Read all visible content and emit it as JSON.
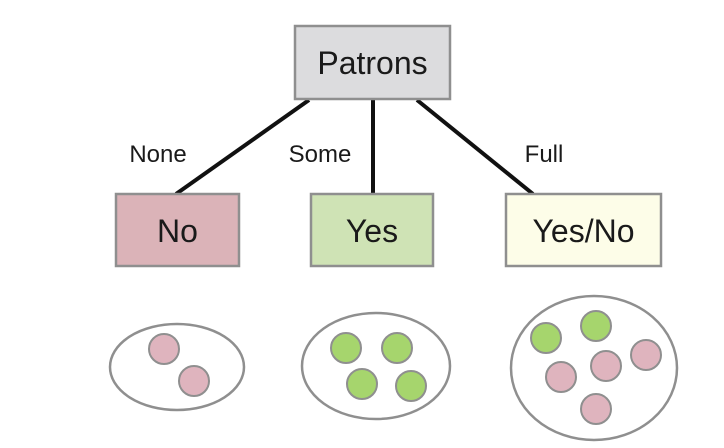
{
  "colors": {
    "root_fill": "#dcdcde",
    "no_fill": "#dbb3b8",
    "yes_fill": "#cfe3b5",
    "yesno_fill": "#fdfde8",
    "positive_example": "#a6d56d",
    "negative_example": "#dfb4be",
    "box_border": "#8f8f8f"
  },
  "root": {
    "label": "Patrons"
  },
  "branches": [
    {
      "edge_label": "None",
      "leaf": {
        "label": "No",
        "fill_key": "no_fill"
      },
      "examples": [
        "negative",
        "negative"
      ]
    },
    {
      "edge_label": "Some",
      "leaf": {
        "label": "Yes",
        "fill_key": "yes_fill"
      },
      "examples": [
        "positive",
        "positive",
        "positive",
        "positive"
      ]
    },
    {
      "edge_label": "Full",
      "leaf": {
        "label": "Yes/No",
        "fill_key": "yesno_fill"
      },
      "examples": [
        "positive",
        "positive",
        "negative",
        "negative",
        "negative",
        "negative"
      ]
    }
  ]
}
